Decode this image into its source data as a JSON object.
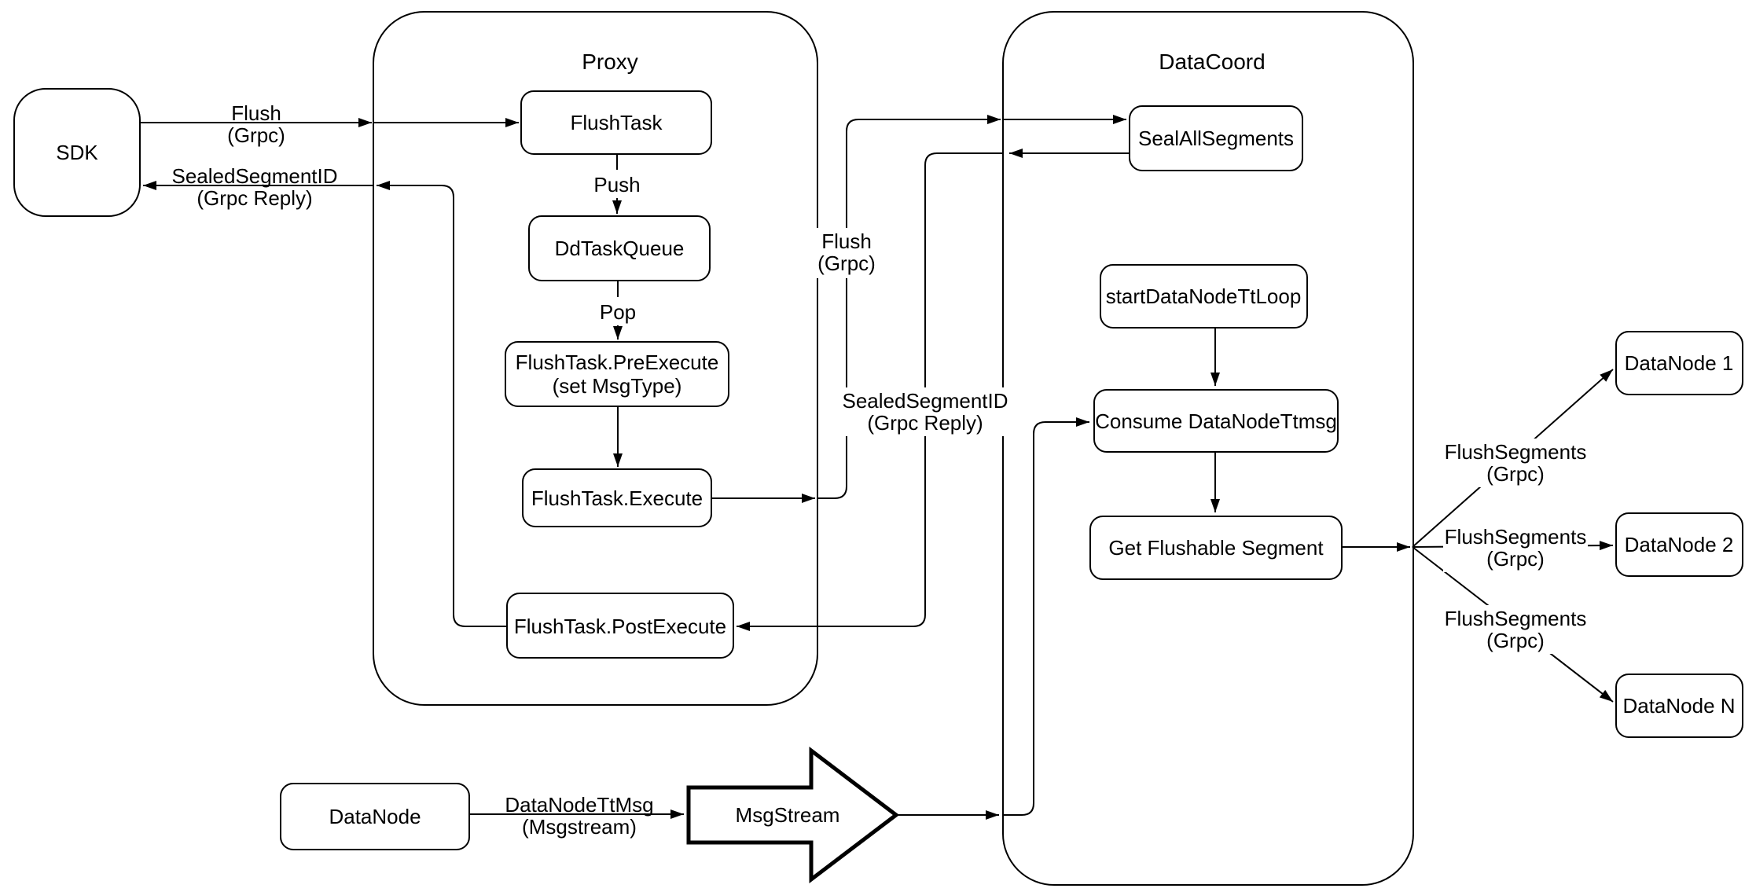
{
  "containers": {
    "proxy": "Proxy",
    "datacoord": "DataCoord"
  },
  "nodes": {
    "sdk": "SDK",
    "flushTask": "FlushTask",
    "ddTaskQueue": "DdTaskQueue",
    "preExecute1": "FlushTask.PreExecute",
    "preExecute2": "(set MsgType)",
    "execute": "FlushTask.Execute",
    "postExecute": "FlushTask.PostExecute",
    "sealAllSegments": "SealAllSegments",
    "startDataNodeTtLoop": "startDataNodeTtLoop",
    "consumeDataNodeTtmsg": "Consume DataNodeTtmsg",
    "getFlushableSegment": "Get Flushable Segment",
    "dataNode": "DataNode",
    "msgStream": "MsgStream",
    "dataNode1": "DataNode 1",
    "dataNode2": "DataNode 2",
    "dataNodeN": "DataNode N"
  },
  "edgeLabels": {
    "sdkFlush": [
      "Flush",
      "(Grpc)"
    ],
    "sdkReply": [
      "SealedSegmentID",
      "(Grpc Reply)"
    ],
    "push": "Push",
    "pop": "Pop",
    "proxyFlush": [
      "Flush",
      "(Grpc)"
    ],
    "proxyReply": [
      "SealedSegmentID",
      "(Grpc Reply)"
    ],
    "flushSegments1": [
      "FlushSegments",
      "(Grpc)"
    ],
    "flushSegments2": [
      "FlushSegments",
      "(Grpc)"
    ],
    "flushSegments3": [
      "FlushSegments",
      "(Grpc)"
    ],
    "dataNodeTtMsg": [
      "DataNodeTtMsg",
      "(Msgstream)"
    ]
  },
  "colors": {
    "stroke": "#000000",
    "fill": "#ffffff",
    "background": "#ffffff"
  }
}
